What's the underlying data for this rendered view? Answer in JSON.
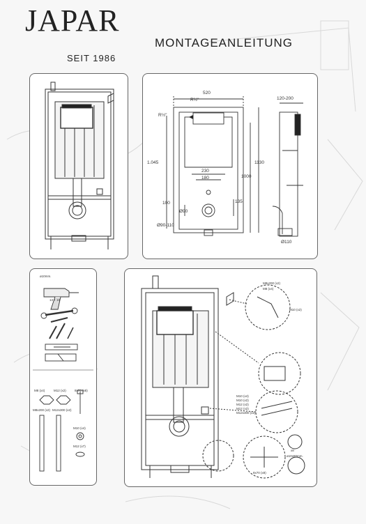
{
  "brand": {
    "logo_text": "JAPAR",
    "since": "SEIT 1986"
  },
  "title": "MONTAGEANLEITUNG",
  "dimensions_panel": {
    "width": "520",
    "depth_range": "120-200",
    "thread_top": "R½\"",
    "thread_side": "R½\"",
    "height_left": "1.045",
    "height_total": "1130",
    "height_1000": "1000",
    "bolt_distance_230": "230",
    "bolt_distance_180": "180",
    "dim_100": "100",
    "dim_135": "135",
    "pipe_90": "Ø90",
    "pipe_90_110": "Ø90-110",
    "pipe_110": "Ø110"
  },
  "tools_panel": {
    "drill": "ø10mm.",
    "wrench": "13 + 19",
    "parts_top": [
      {
        "name": "M8 (x4)"
      },
      {
        "name": "M12 (x2)"
      },
      {
        "name": "8x70 (x8)"
      }
    ],
    "rods": [
      {
        "name": "M8x200 (x2)"
      },
      {
        "name": "M12x300 (x2)"
      }
    ],
    "nuts": [
      {
        "name": "M10 (x4)"
      },
      {
        "name": "M12 (x7)"
      }
    ]
  },
  "assembly_panel": {
    "callout_labels": [
      "M8x200 (x2)",
      "M8 (x4)",
      "M10 (x2)",
      "M10 (x4)",
      "M10 (x2)",
      "M12 (x2)",
      "M12 (x2)",
      "M12x300 (x2)",
      "x8",
      "ø10x80mm.",
      "8x70 (x8)"
    ]
  }
}
